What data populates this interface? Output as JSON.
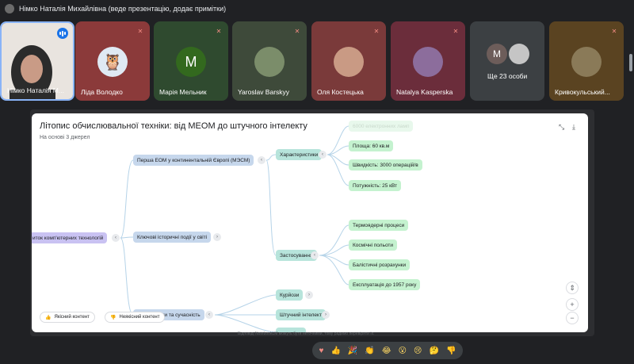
{
  "presenter_bar": {
    "title": "Німко Наталія Михайлівна (веде презентацію, додає примітки)",
    "avatar_icon": "user-avatar-icon"
  },
  "participants": [
    {
      "name": "Німко Наталія М...",
      "type": "video-self",
      "status": "speaking"
    },
    {
      "name": "Ліда Володко",
      "type": "avatar-image",
      "status": "muted",
      "bg": "#8b3a3a"
    },
    {
      "name": "Марія Мельник",
      "type": "letter",
      "letter": "M",
      "status": "muted",
      "bg": "#2f4a2f"
    },
    {
      "name": "Yaroslav Barskyy",
      "type": "avatar-image",
      "status": "muted",
      "bg": "#3e4a3a"
    },
    {
      "name": "Оля Костецька",
      "type": "avatar-image",
      "status": "muted",
      "bg": "#7a3a3a"
    },
    {
      "name": "Natalya Kasperska",
      "type": "avatar-image",
      "status": "muted",
      "bg": "#6b2d3b"
    },
    {
      "name": "Ще 23 особи",
      "type": "group",
      "letter": "M",
      "bg": "#3c4043"
    },
    {
      "name": "Кривокульський...",
      "type": "avatar-image",
      "status": "muted",
      "bg": "#5a4321"
    }
  ],
  "slide": {
    "title": "Літопис обчислювальної техніки: від МЕОМ до штучного інтелекту",
    "subtitle": "На основі 3 джерел",
    "root": "иток комп'ютерних технологій",
    "branches": {
      "b1": "Перша ЕОМ у континентальній Європі (МЭСМ)",
      "b2": "Ключові історичні події у світі",
      "b3": "Цікаві факти та сучасність"
    },
    "sub": {
      "chars": "Характеристики",
      "apps": "Застосування",
      "curios": "Курйози",
      "ai": "Штучний інтелект"
    },
    "leaves": {
      "faded": "6000 електронних ламп",
      "area": "Площа: 60 кв.м",
      "speed": "Швидкість: 3000 операцій/в",
      "power": "Потужність: 25 кВт",
      "thermo": "Термоядерні процеси",
      "space": "Космічні польоти",
      "ballistic": "Балістичні розрахунки",
      "exploit": "Експлуатація до 1957 року"
    },
    "good_label": "Якісний контент",
    "bad_label": "Неякісний контент",
    "zoom_in": "+",
    "zoom_out": "−"
  },
  "caption": "Відповіді NotebookLM можуть бути неточними, тому радимо перевіряти їх.",
  "reactions": [
    "heart-icon",
    "thumbs-up-icon",
    "party-icon",
    "clap-icon",
    "laugh-icon",
    "surprised-icon",
    "sad-icon",
    "thinking-icon",
    "thumbs-down-icon"
  ]
}
